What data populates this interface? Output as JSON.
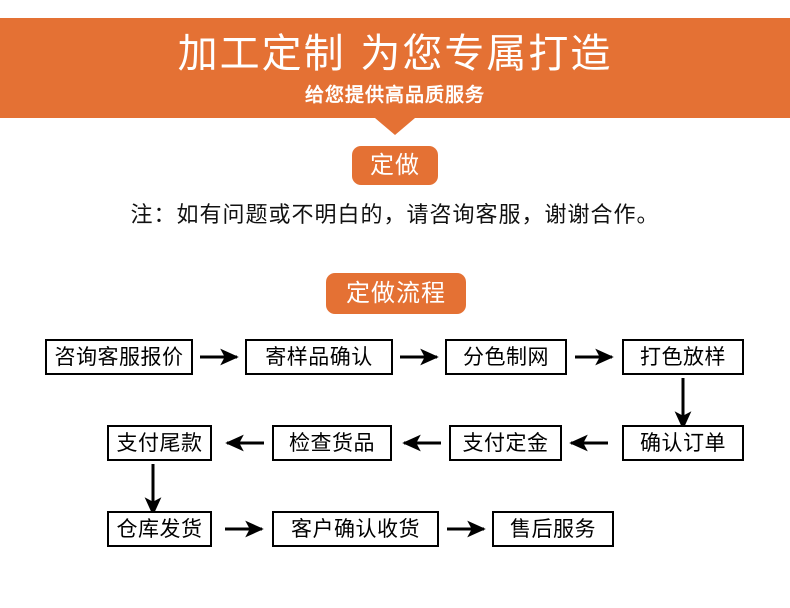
{
  "banner": {
    "title": "加工定制 为您专属打造",
    "subtitle": "给您提供高品质服务",
    "bg_color": "#e47134",
    "text_color": "#ffffff"
  },
  "badges": {
    "custom_made": "定做",
    "process": "定做流程"
  },
  "note": "注：如有问题或不明白的，请咨询客服，谢谢合作。",
  "flow": {
    "row1": [
      {
        "label": "咨询客服报价"
      },
      {
        "label": "寄样品确认"
      },
      {
        "label": "分色制网"
      },
      {
        "label": "打色放样"
      }
    ],
    "row2": [
      {
        "label": "支付尾款"
      },
      {
        "label": "检查货品"
      },
      {
        "label": "支付定金"
      },
      {
        "label": "确认订单"
      }
    ],
    "row3": [
      {
        "label": "仓库发货"
      },
      {
        "label": "客户确认收货"
      },
      {
        "label": "售后服务"
      }
    ],
    "arrow_right": "→",
    "arrow_left": "←",
    "arrow_down": "↓",
    "border_color": "#000000"
  }
}
